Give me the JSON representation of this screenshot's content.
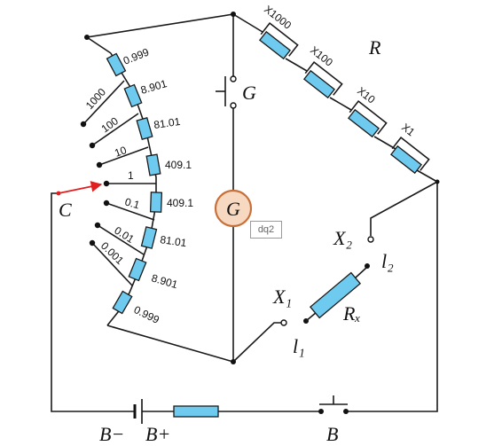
{
  "labels": {
    "R": "R",
    "G_switch": "G",
    "G_meter": "G",
    "C": "C",
    "X1": "X₁",
    "X2": "X₂",
    "l1": "l₁",
    "l2": "l₂",
    "Rx": "Rₓ",
    "B_minus": "B−",
    "B_plus": "B+",
    "B": "B",
    "tag": "dq2"
  },
  "multipliers": [
    "X1000",
    "X100",
    "X10",
    "X1"
  ],
  "ratio_taps": [
    "1000",
    "100",
    "10",
    "1",
    "0.1",
    "0.01",
    "0.001"
  ],
  "ratio_resistors": [
    "0.999",
    "8.901",
    "81.01",
    "409.1",
    "409.1",
    "81.01",
    "8.901",
    "0.999"
  ],
  "colors": {
    "resistor": "#6ecbef",
    "meter": "#f7d9c2",
    "meter_ring": "#c8703a",
    "slider": "#e02020"
  }
}
